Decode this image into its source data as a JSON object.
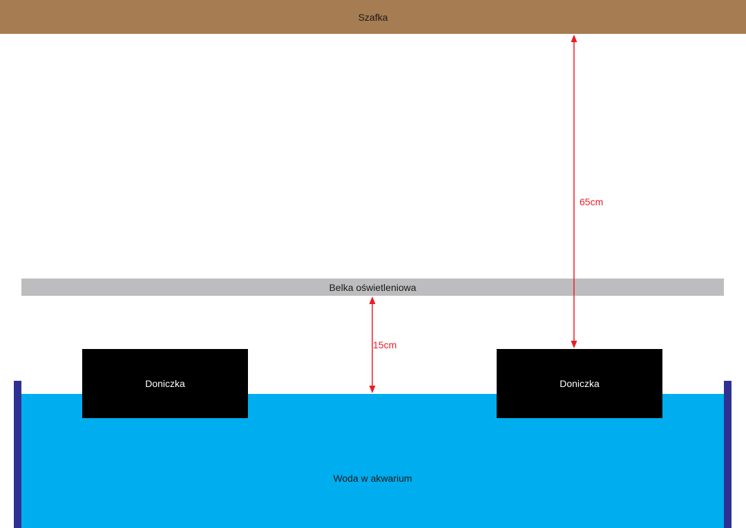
{
  "labels": {
    "cabinet": "Szafka",
    "light_bar": "Belka oświetleniowa",
    "pot_left": "Doniczka",
    "pot_right": "Doniczka",
    "water": "Woda w akwarium"
  },
  "dimensions": {
    "cabinet_to_pot": "65cm",
    "bar_to_water": "15cm"
  },
  "colors": {
    "cabinet": "#a67c52",
    "light_bar": "#bdbdbf",
    "water": "#00adef",
    "wall": "#2e3192",
    "pot": "#000000",
    "dimension": "#ed1c24"
  }
}
